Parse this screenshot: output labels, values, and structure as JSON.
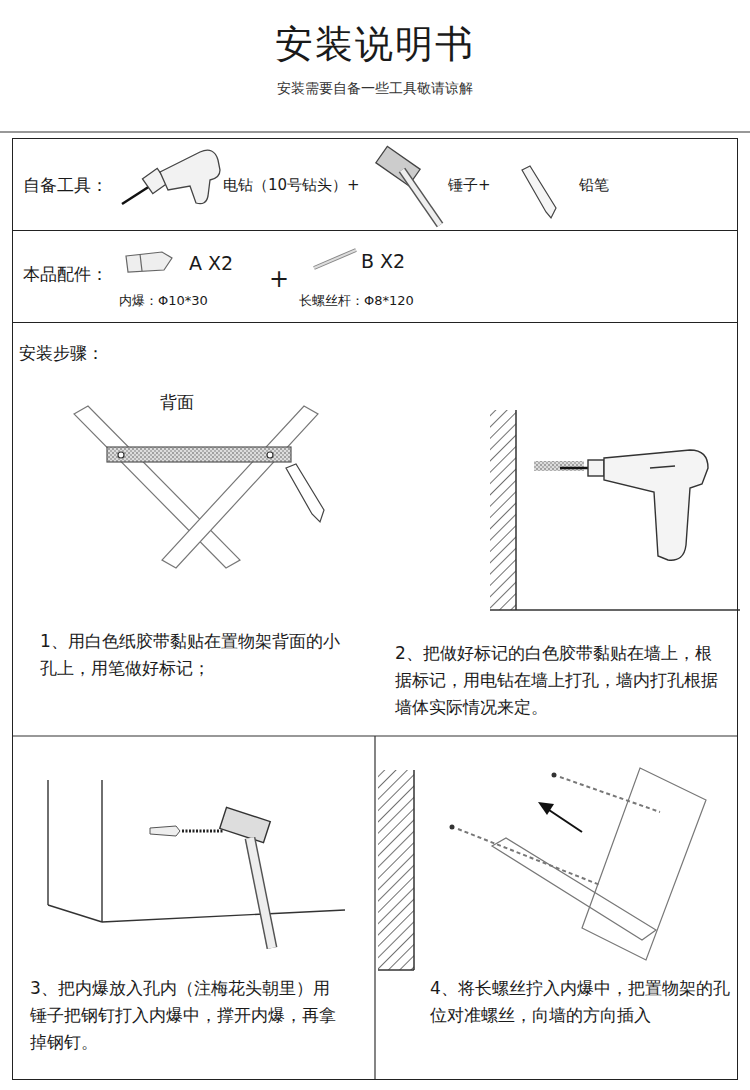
{
  "diagram": {
    "title": "安装说明书",
    "nodes": [
      {
        "text": [
          "自备工具：",
          "电钻（10号钻头）+",
          "锤子+",
          "铅笔"
        ]
      },
      {
        "text": [
          "本品配件：",
          "A X2",
          "内爆：Φ10*30",
          "+",
          "B X2",
          "长螺丝杆：Φ8*120"
        ]
      },
      {
        "text": [
          "安装步骤："
        ]
      }
    ],
    "labels": [
      "安装需要自备一些工具敬请谅解",
      "背面",
      "1、用白色纸胶带黏贴在置物架背面的小孔上，用笔做好标记；",
      "2、把做好标记的白色胶带黏贴在墙上，根据标记，用电钻在墙上打孔，墙内打孔根据墙体实际情况来定。",
      "3、把内爆放入孔内（注梅花头朝里）用锤子把钢钉打入内爆中，撑开内爆，再拿掉钢钉。",
      "4、将长螺丝拧入内爆中，把置物架的孔位对准螺丝，向墙的方向插入"
    ]
  }
}
